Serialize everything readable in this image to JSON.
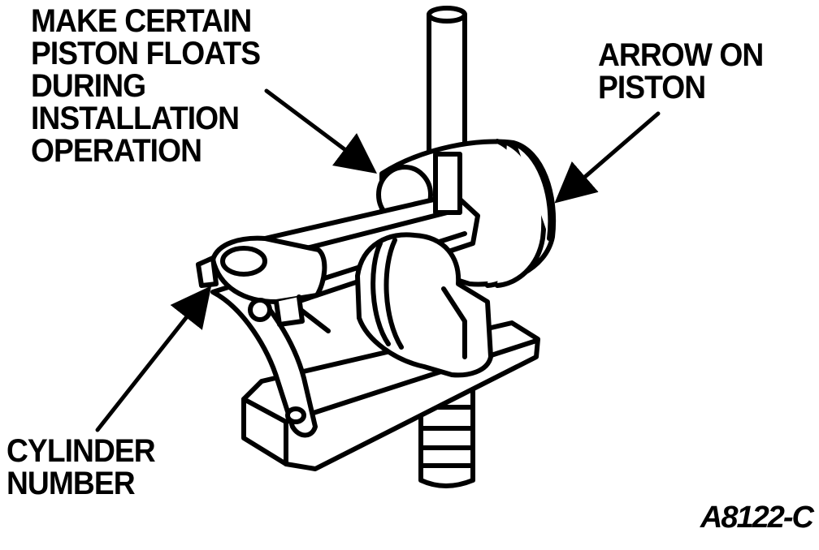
{
  "callouts": {
    "float": {
      "lines": [
        "MAKE CERTAIN",
        "PISTON FLOATS",
        "DURING",
        "INSTALLATION",
        "OPERATION"
      ]
    },
    "arrow": {
      "lines": [
        "ARROW ON",
        "PISTON"
      ]
    },
    "cylinder": {
      "lines": [
        "CYLINDER",
        "NUMBER"
      ]
    }
  },
  "figure_id": "A8122-C"
}
